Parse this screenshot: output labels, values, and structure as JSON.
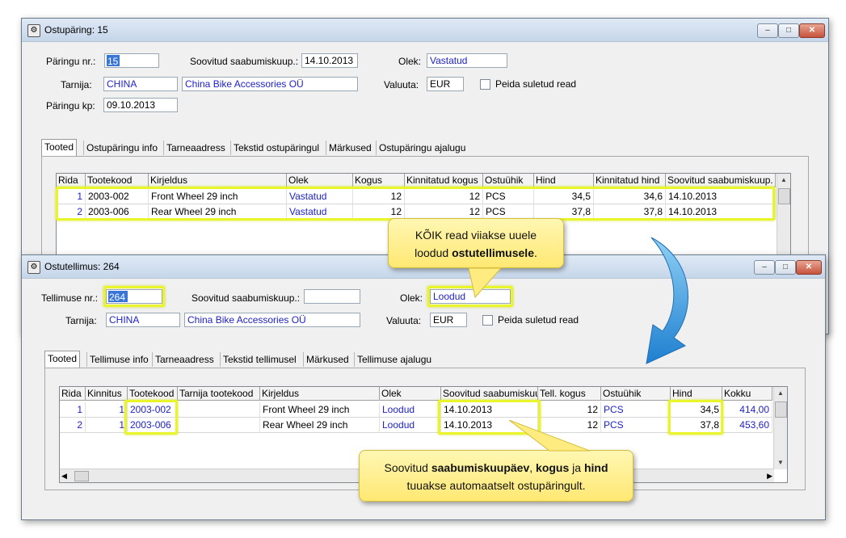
{
  "window1": {
    "title": "Ostupäring: 15",
    "icon": "app-icon",
    "fields": {
      "nr_label": "Päringu nr.:",
      "nr_value": "15",
      "date_label": "Soovitud saabumiskuup.:",
      "date_value": "14.10.2013",
      "status_label": "Olek:",
      "status_value": "Vastatud",
      "supplier_label": "Tarnija:",
      "supplier_code": "CHINA",
      "supplier_name": "China Bike Accessories OÜ",
      "currency_label": "Valuuta:",
      "currency_value": "EUR",
      "hide_closed_label": "Peida suletud read",
      "query_date_label": "Päringu kp:",
      "query_date_value": "09.10.2013"
    },
    "tabs": [
      "Tooted",
      "Ostupäringu info",
      "Tarneaadress",
      "Tekstid ostupäringul",
      "Märkused",
      "Ostupäringu ajalugu"
    ],
    "grid": {
      "headers": [
        "Rida",
        "Tootekood",
        "Kirjeldus",
        "Olek",
        "Kogus",
        "Kinnitatud kogus",
        "Ostuühik",
        "Hind",
        "Kinnitatud hind",
        "Soovitud saabumiskuup."
      ],
      "rows": [
        [
          "1",
          "2003-002",
          "Front Wheel 29 inch",
          "Vastatud",
          "12",
          "12",
          "PCS",
          "34,5",
          "34,6",
          "14.10.2013"
        ],
        [
          "2",
          "2003-006",
          "Rear Wheel 29 inch",
          "Vastatud",
          "12",
          "12",
          "PCS",
          "37,8",
          "37,8",
          "14.10.2013"
        ]
      ]
    }
  },
  "window2": {
    "title": "Ostutellimus: 264",
    "icon": "app-icon",
    "fields": {
      "nr_label": "Tellimuse nr.:",
      "nr_value": "264",
      "date_label": "Soovitud saabumiskuup.:",
      "date_value": "",
      "status_label": "Olek:",
      "status_value": "Loodud",
      "supplier_label": "Tarnija:",
      "supplier_code": "CHINA",
      "supplier_name": "China Bike Accessories OÜ",
      "currency_label": "Valuuta:",
      "currency_value": "EUR",
      "hide_closed_label": "Peida suletud read"
    },
    "tabs": [
      "Tooted",
      "Tellimuse info",
      "Tarneaadress",
      "Tekstid tellimusel",
      "Märkused",
      "Tellimuse ajalugu"
    ],
    "grid": {
      "headers": [
        "Rida",
        "Kinnitus",
        "Tootekood",
        "Tarnija tootekood",
        "Kirjeldus",
        "Olek",
        "Soovitud saabumiskuu",
        "Tell. kogus",
        "Ostuühik",
        "Hind",
        "Kokku"
      ],
      "rows": [
        [
          "1",
          "1",
          "2003-002",
          "",
          "Front Wheel 29 inch",
          "Loodud",
          "14.10.2013",
          "12",
          "PCS",
          "34,5",
          "414,00"
        ],
        [
          "2",
          "1",
          "2003-006",
          "",
          "Rear Wheel 29 inch",
          "Loodud",
          "14.10.2013",
          "12",
          "PCS",
          "37,8",
          "453,60"
        ]
      ]
    }
  },
  "callouts": {
    "top": {
      "line1": "KÕIK read viiakse uuele",
      "line2_pre": "loodud ",
      "line2_bold": "ostutellimusele",
      "line2_post": "."
    },
    "bottom": {
      "l1_pre": "Soovitud ",
      "l1_b1": "saabumiskuupäev",
      "l1_mid1": ", ",
      "l1_b2": "kogus",
      "l1_mid2": " ja ",
      "l1_b3": "hind",
      "line2": "tuuakse automaatselt ostupäringult."
    }
  },
  "window_buttons": {
    "minimize": "minimize-icon",
    "maximize": "maximize-icon",
    "close": "close-icon"
  },
  "colors": {
    "highlight": "#e9f52a",
    "callout": "#ffe873",
    "arrow": "#1e8fd6",
    "link_blue": "#1f22c8"
  }
}
